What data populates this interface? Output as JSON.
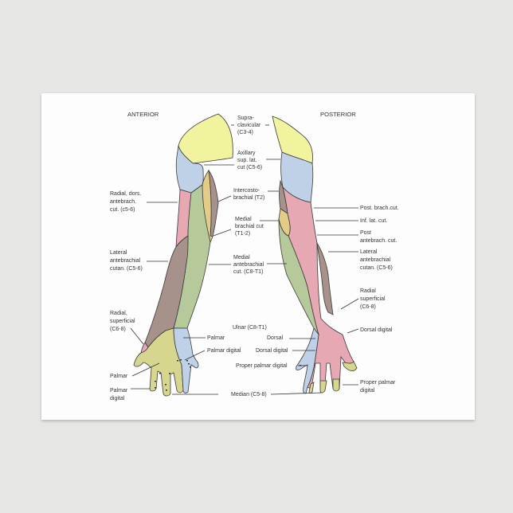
{
  "diagram": {
    "title_anterior": "ANTERIOR",
    "title_posterior": "POSTERIOR",
    "colors": {
      "supraclavicular": "#f1f39e",
      "axillary": "#bfd1e6",
      "radial": "#e6a8b3",
      "lateral_antebrachial": "#a6928a",
      "medial_antebrachial": "#b6c99a",
      "medial_brachial": "#e3cc88",
      "intercostobrachial": "#a6928a",
      "median": "#d6d68f",
      "ulnar": "#bfd1e6",
      "background": "#e6e6e5",
      "card": "#fdfdfd"
    },
    "center_labels": [
      {
        "lines": [
          "Supra-",
          "clavicular",
          "(C3-4)"
        ]
      },
      {
        "lines": [
          "Axillary",
          "sup. lat.",
          "cut (C5-6)"
        ]
      },
      {
        "lines": [
          "Intercosto-",
          "brachial (T2)"
        ]
      },
      {
        "lines": [
          "Medial",
          "brachial cut",
          "(T1-2)"
        ]
      },
      {
        "lines": [
          "Medial",
          "antebrachial",
          "cut. (C8-T1)"
        ]
      },
      {
        "lines": [
          "Ulnar (C8-T1)"
        ]
      },
      {
        "lines": [
          "Palmar"
        ]
      },
      {
        "lines": [
          "Palmar digital"
        ]
      },
      {
        "lines": [
          "Dorsal"
        ]
      },
      {
        "lines": [
          "Dorsal digital"
        ]
      },
      {
        "lines": [
          "Proper palmar digital"
        ]
      },
      {
        "lines": [
          "Median (C5-8)"
        ]
      }
    ],
    "left_labels": [
      {
        "lines": [
          "Radial, dors.",
          "antebrach.",
          "cut. (c5-6)"
        ]
      },
      {
        "lines": [
          "Lateral",
          "antebrachial",
          "cutan. (C5-6)"
        ]
      },
      {
        "lines": [
          "Radial,",
          "superficial",
          "(C6-8)"
        ]
      },
      {
        "lines": [
          "Palmar"
        ]
      },
      {
        "lines": [
          "Palmar",
          "digital"
        ]
      }
    ],
    "right_labels": [
      {
        "lines": [
          "Post. brach.cut."
        ]
      },
      {
        "lines": [
          "Inf. lat. cut."
        ]
      },
      {
        "lines": [
          "Post",
          "antebrach. cut."
        ]
      },
      {
        "lines": [
          "Lateral",
          "antebrachial",
          "cutan. (C5-6)"
        ]
      },
      {
        "lines": [
          "Radial",
          "superficial",
          "(C6-8)"
        ]
      },
      {
        "lines": [
          "Dorsal digital"
        ]
      },
      {
        "lines": [
          "Proper palmar",
          "digital"
        ]
      }
    ]
  }
}
